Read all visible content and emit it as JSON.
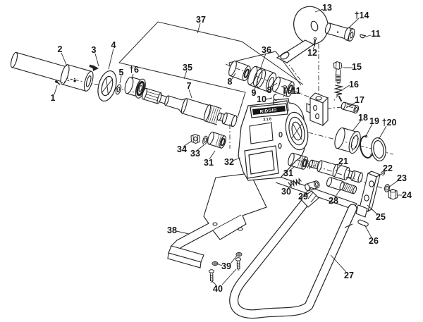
{
  "diagram": {
    "brand": "RIDGID",
    "model": "216",
    "callouts": [
      {
        "part": "1",
        "label": "1"
      },
      {
        "part": "2",
        "label": "2"
      },
      {
        "part": "3",
        "label": "3"
      },
      {
        "part": "4",
        "label": "4"
      },
      {
        "part": "5",
        "label": "5"
      },
      {
        "part": "6",
        "label": "†6"
      },
      {
        "part": "7",
        "label": "7"
      },
      {
        "part": "8-left",
        "label": "8"
      },
      {
        "part": "8-right",
        "label": "8"
      },
      {
        "part": "9",
        "label": "9"
      },
      {
        "part": "10",
        "label": "10"
      },
      {
        "part": "11-middle",
        "label": "11"
      },
      {
        "part": "11-top",
        "label": "11"
      },
      {
        "part": "12",
        "label": "12"
      },
      {
        "part": "13",
        "label": "13"
      },
      {
        "part": "14",
        "label": "†14"
      },
      {
        "part": "15",
        "label": "15"
      },
      {
        "part": "16",
        "label": "16"
      },
      {
        "part": "17",
        "label": "17"
      },
      {
        "part": "18",
        "label": "18"
      },
      {
        "part": "19",
        "label": "19"
      },
      {
        "part": "20",
        "label": "†20"
      },
      {
        "part": "21",
        "label": "21"
      },
      {
        "part": "22",
        "label": "22"
      },
      {
        "part": "23",
        "label": "23"
      },
      {
        "part": "24",
        "label": "24"
      },
      {
        "part": "25",
        "label": "25"
      },
      {
        "part": "26",
        "label": "26"
      },
      {
        "part": "27",
        "label": "27"
      },
      {
        "part": "28",
        "label": "28"
      },
      {
        "part": "29",
        "label": "29"
      },
      {
        "part": "30",
        "label": "30"
      },
      {
        "part": "31-left",
        "label": "31"
      },
      {
        "part": "31-right",
        "label": "31"
      },
      {
        "part": "32",
        "label": "32"
      },
      {
        "part": "33",
        "label": "33"
      },
      {
        "part": "34",
        "label": "34"
      },
      {
        "part": "35",
        "label": "35"
      },
      {
        "part": "36",
        "label": "36"
      },
      {
        "part": "37",
        "label": "37"
      },
      {
        "part": "38",
        "label": "38"
      },
      {
        "part": "39",
        "label": "39"
      },
      {
        "part": "40",
        "label": "40"
      }
    ]
  }
}
